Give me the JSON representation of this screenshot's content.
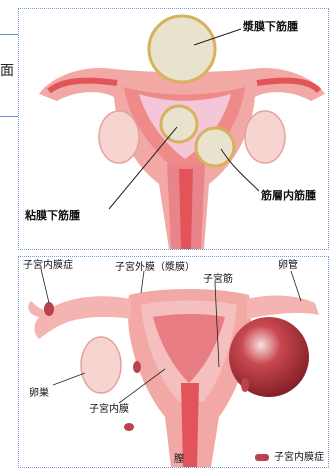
{
  "page": {
    "left_fragment": "面"
  },
  "top_diagram": {
    "labels": {
      "subserosal": "漿膜下筋腫",
      "intramural": "筋層内筋腫",
      "submucosal": "粘膜下筋腫"
    }
  },
  "bottom_diagram": {
    "labels": {
      "endometriosis": "子宮内膜症",
      "serosa": "子宮外膜（漿膜）",
      "fallopian_tube": "卵管",
      "myometrium": "子宮筋",
      "ovary": "卵巣",
      "endometrium": "子宮内膜",
      "vagina": "膣"
    },
    "legend": {
      "endometriosis": "子宮内膜症"
    }
  },
  "colors": {
    "uterus_outer": "#f2a9a6",
    "uterus_inner": "#e2545a",
    "fibroid_fill": "#e9e2cd",
    "legend_red": "#b8434b",
    "panel_border": "#6fa0d8"
  }
}
